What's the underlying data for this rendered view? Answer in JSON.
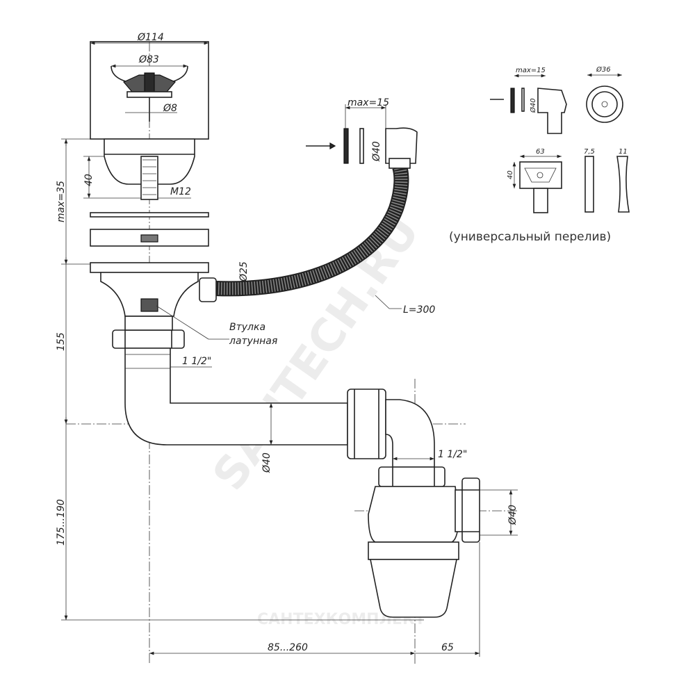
{
  "dimensions": {
    "strainer_outer": "Ø114",
    "strainer_inner": "Ø83",
    "screw": "Ø8",
    "body_height": "40",
    "thread": "M12",
    "max_thickness": "max=35",
    "height_upper": "155",
    "height_lower": "175...190",
    "hose_diameter": "Ø25",
    "hose_length": "L=300",
    "overflow_max": "max=15",
    "overflow_diameter": "Ø40",
    "thread_left": "1 1/2\"",
    "thread_right": "1 1/2\"",
    "pipe_diameter": "Ø40",
    "outlet_diameter": "Ø40",
    "horizontal_range": "85...260",
    "outlet_offset": "65"
  },
  "labels": {
    "bushing_line1": "Втулка",
    "bushing_line2": "латунная",
    "universal_overflow": "(универсальный перелив)"
  },
  "detail": {
    "max": "max=15",
    "diameter": "Ø40",
    "grate": "Ø36",
    "width": "63",
    "height": "40",
    "thin": "7,5",
    "thick": "11"
  },
  "watermarks": {
    "main": "SANTECH.RU",
    "bottom": "САНТЕХКОМПЛЕКТ"
  }
}
